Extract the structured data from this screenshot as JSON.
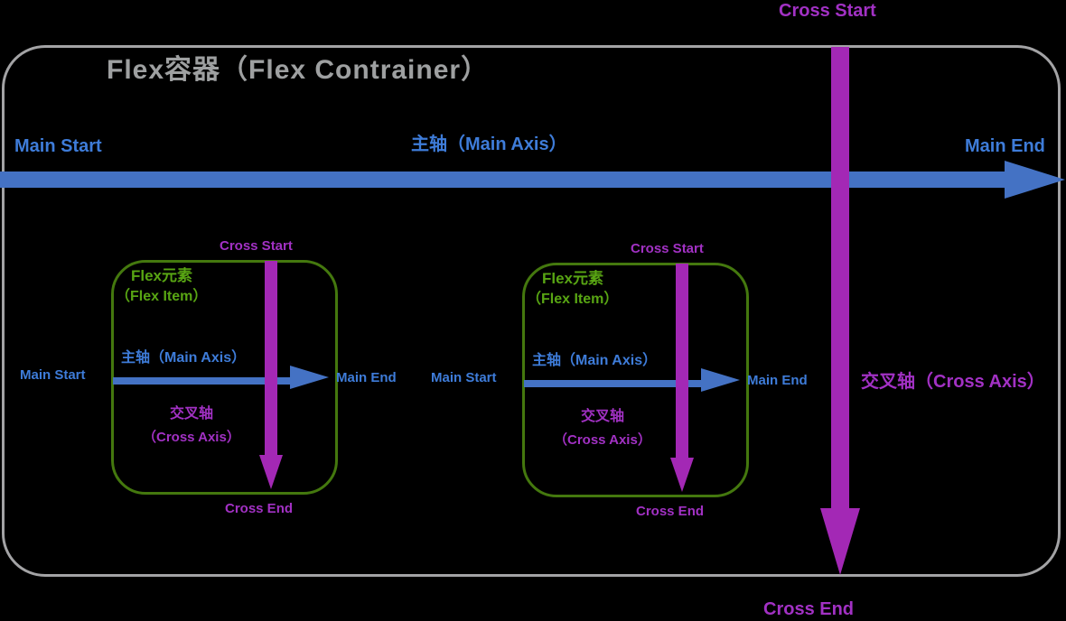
{
  "container": {
    "title": "Flex容器（Flex Contrainer）",
    "main_axis": {
      "start_label": "Main Start",
      "axis_label": "主轴（Main Axis）",
      "end_label": "Main End"
    },
    "cross_axis": {
      "start_label": "Cross Start",
      "axis_label": "交叉轴（Cross Axis）",
      "end_label": "Cross End"
    }
  },
  "items": [
    {
      "title": "Flex元素",
      "subtitle": "（Flex Item）",
      "main_axis": {
        "start_label": "Main Start",
        "axis_label": "主轴（Main Axis）",
        "end_label": "Main End"
      },
      "cross_axis": {
        "start_label": "Cross Start",
        "axis_label_line1": "交叉轴",
        "axis_label_line2": "（Cross Axis）",
        "end_label": "Cross End"
      }
    },
    {
      "title": "Flex元素",
      "subtitle": "（Flex Item）",
      "main_axis": {
        "start_label": "Main Start",
        "axis_label": "主轴（Main Axis）",
        "end_label": "Main End"
      },
      "cross_axis": {
        "start_label": "Cross Start",
        "axis_label_line1": "交叉轴",
        "axis_label_line2": "（Cross Axis）",
        "end_label": "Cross End"
      }
    }
  ],
  "colors": {
    "background": "#000000",
    "container_border": "#A3A3A5",
    "title_text": "#9EA0A1",
    "main_axis": "#4472C4",
    "main_axis_text": "#3E7CD9",
    "cross_axis": "#A328B5",
    "cross_axis_text": "#A231C4",
    "item_border": "#44780E",
    "item_text": "#58A513"
  }
}
